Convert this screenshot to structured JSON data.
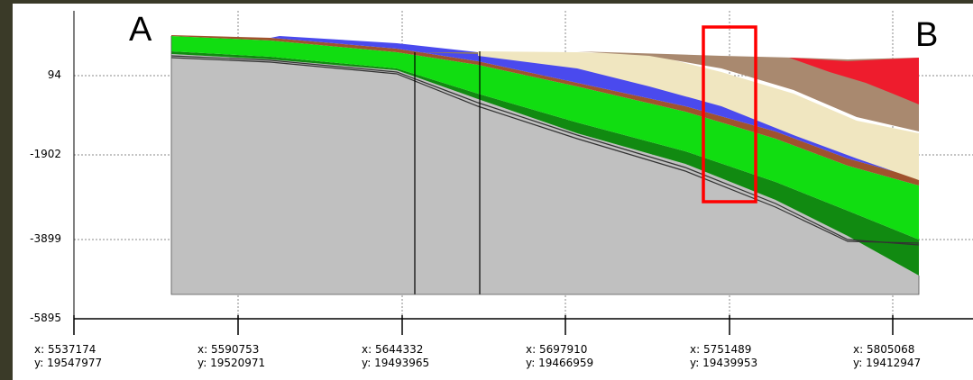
{
  "chart_data": {
    "type": "area",
    "profile_labels": {
      "start": "A",
      "end": "B"
    },
    "y_ticks": [
      "94",
      "-1902",
      "-3899",
      "-5895"
    ],
    "x_ticks": [
      {
        "x": "x: 5537174",
        "y": "y: 19547977"
      },
      {
        "x": "x: 5590753",
        "y": "y: 19520971"
      },
      {
        "x": "x: 5644332",
        "y": "y: 19493965"
      },
      {
        "x": "x: 5697910",
        "y": "y: 19466959"
      },
      {
        "x": "x: 5751489",
        "y": "y: 19439953"
      },
      {
        "x": "x: 5805068",
        "y": "y: 19412947"
      }
    ],
    "grid": true,
    "layer_colors": {
      "basement": "#c0c0c0",
      "green_dark": "#118a11",
      "green_bright": "#11dd11",
      "brown_thin": "#a0522d",
      "blue": "#4a4aee",
      "taupe": "#8c7867",
      "cream": "#f0e6c0",
      "tan": "#a9896f",
      "red": "#ee1c2d"
    },
    "highlight_color": "#ff0000"
  }
}
